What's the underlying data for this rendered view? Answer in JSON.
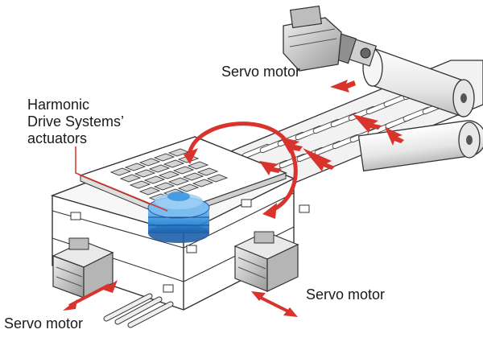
{
  "diagram": {
    "labels": {
      "servo_motor_top": "Servo motor",
      "hds_line1": "Harmonic",
      "hds_line2": "Drive Systems’",
      "hds_line3": "actuators",
      "servo_motor_right": "Servo motor",
      "servo_motor_left": "Servo motor"
    },
    "colors": {
      "arrow_red": "#d8332c",
      "actuator_blue": "#2f8fe0",
      "outline": "#333333",
      "belt_fill": "#f2f2f2",
      "motor_fill": "#d9d9d9"
    }
  }
}
